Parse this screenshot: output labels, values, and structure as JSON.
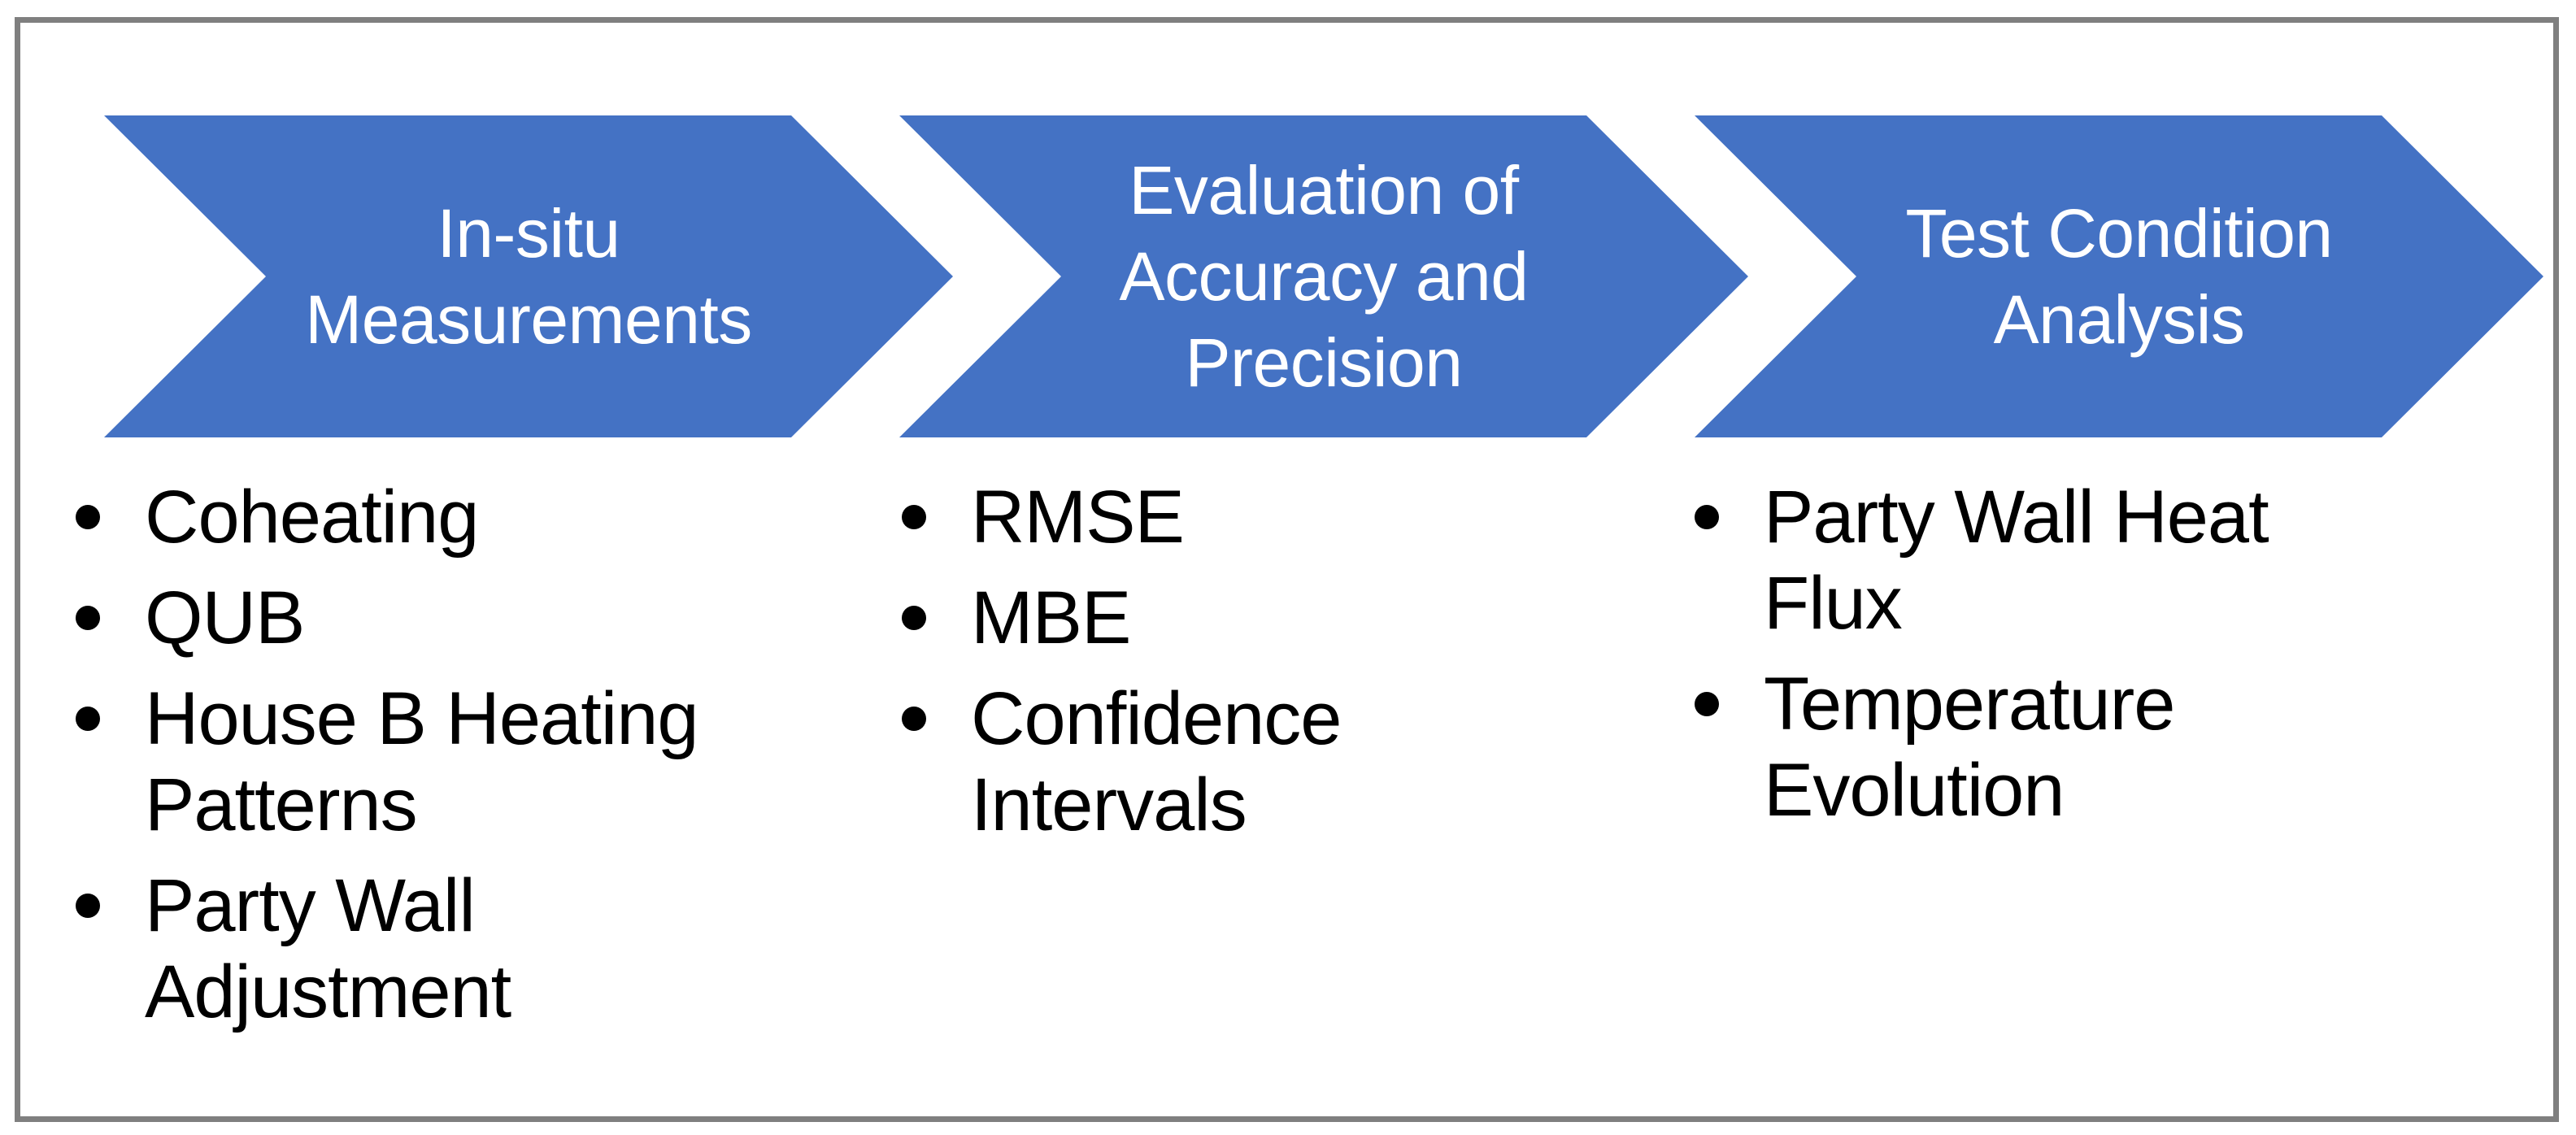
{
  "colors": {
    "chevron_blue": "#4472C4",
    "border_gray": "#7f7f7f",
    "title_text": "#ffffff",
    "bullet_text": "#000000",
    "background": "#ffffff"
  },
  "steps": [
    {
      "title": "In-situ\nMeasurements",
      "items": [
        "Coheating",
        "QUB",
        "House B Heating\nPatterns",
        "Party Wall\nAdjustment"
      ]
    },
    {
      "title": "Evaluation of\nAccuracy and\nPrecision",
      "items": [
        "RMSE",
        "MBE",
        "Confidence\nIntervals"
      ]
    },
    {
      "title": "Test Condition\nAnalysis",
      "items": [
        "Party Wall Heat\nFlux",
        "Temperature\nEvolution"
      ]
    }
  ]
}
